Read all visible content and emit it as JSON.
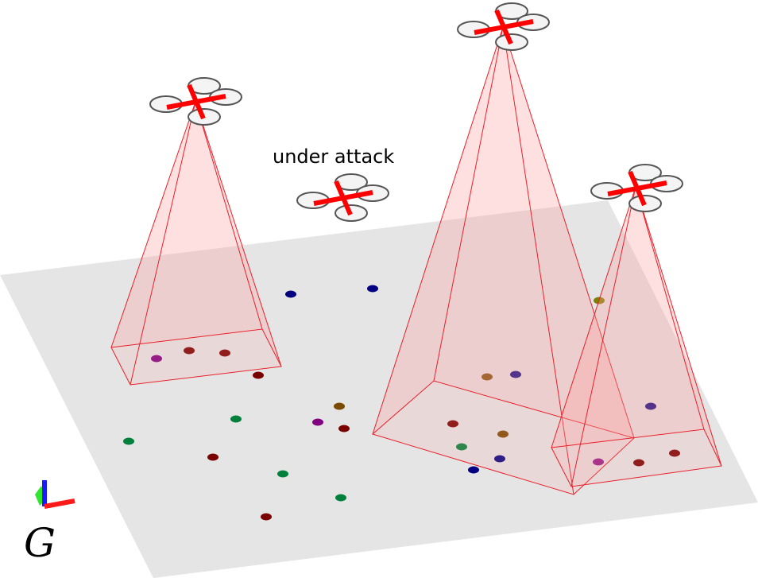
{
  "scene": {
    "attack_label": "under attack",
    "frame_label": "G"
  },
  "colors": {
    "ground": "#e5e5e5",
    "cone_fill": "#ff9f9f",
    "cone_edge": "#e8202a",
    "drone_arm": "#ff0000",
    "rotor_fill": "#f4f4f4",
    "rotor_edge": "#555555",
    "axis_x": "#ff1a1a",
    "axis_y": "#2ee62e",
    "axis_z": "#1a1aff"
  },
  "drones": [
    {
      "id": "drone-1",
      "state": "tracking"
    },
    {
      "id": "drone-2",
      "state": "under-attack"
    },
    {
      "id": "drone-3",
      "state": "tracking"
    },
    {
      "id": "drone-4",
      "state": "tracking"
    }
  ],
  "targets": [
    {
      "color": "#800080"
    },
    {
      "color": "#7a0000"
    },
    {
      "color": "#7a0000"
    },
    {
      "color": "#000080"
    },
    {
      "color": "#000080"
    },
    {
      "color": "#7a0000"
    },
    {
      "color": "#00803a"
    },
    {
      "color": "#7a4a00"
    },
    {
      "color": "#800080"
    },
    {
      "color": "#7a0000"
    },
    {
      "color": "#00803a"
    },
    {
      "color": "#7a0000"
    },
    {
      "color": "#00803a"
    },
    {
      "color": "#00803a"
    },
    {
      "color": "#7a0000"
    },
    {
      "color": "#7a4a00"
    },
    {
      "color": "#000080"
    },
    {
      "color": "#7a0000"
    },
    {
      "color": "#7a4a00"
    },
    {
      "color": "#00803a"
    },
    {
      "color": "#000080"
    },
    {
      "color": "#000080"
    },
    {
      "color": "#808000"
    },
    {
      "color": "#000080"
    },
    {
      "color": "#800080"
    },
    {
      "color": "#7a0000"
    },
    {
      "color": "#7a0000"
    }
  ]
}
